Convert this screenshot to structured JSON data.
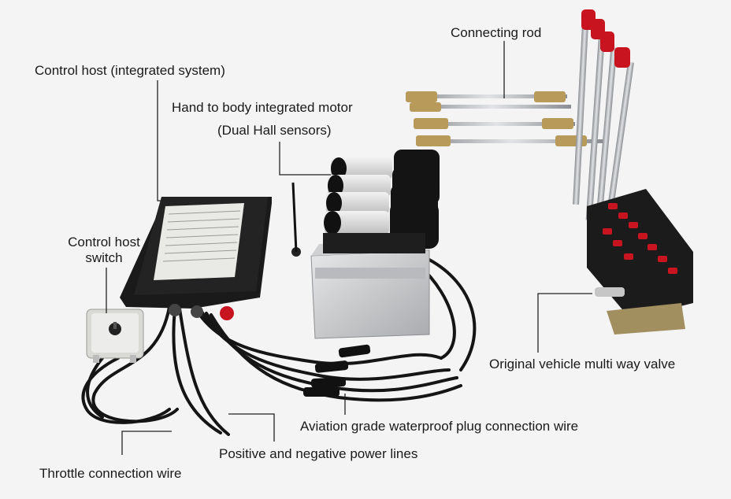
{
  "labels": {
    "connecting_rod": "Connecting rod",
    "control_host": "Control host (integrated system)",
    "motor_line1": "Hand to body integrated motor",
    "motor_line2": "(Dual Hall sensors)",
    "switch_line1": "Control host",
    "switch_line2": "switch",
    "valve": "Original vehicle multi way valve",
    "plug_wire": "Aviation grade waterproof plug connection wire",
    "power_lines": "Positive and negative power lines",
    "throttle_wire": "Throttle connection wire"
  },
  "colors": {
    "background": "#f4f4f4",
    "device_black": "#1c1c1c",
    "red_knob": "#c8141e",
    "steel": "#b9bcc0",
    "brass": "#b89a5a"
  }
}
